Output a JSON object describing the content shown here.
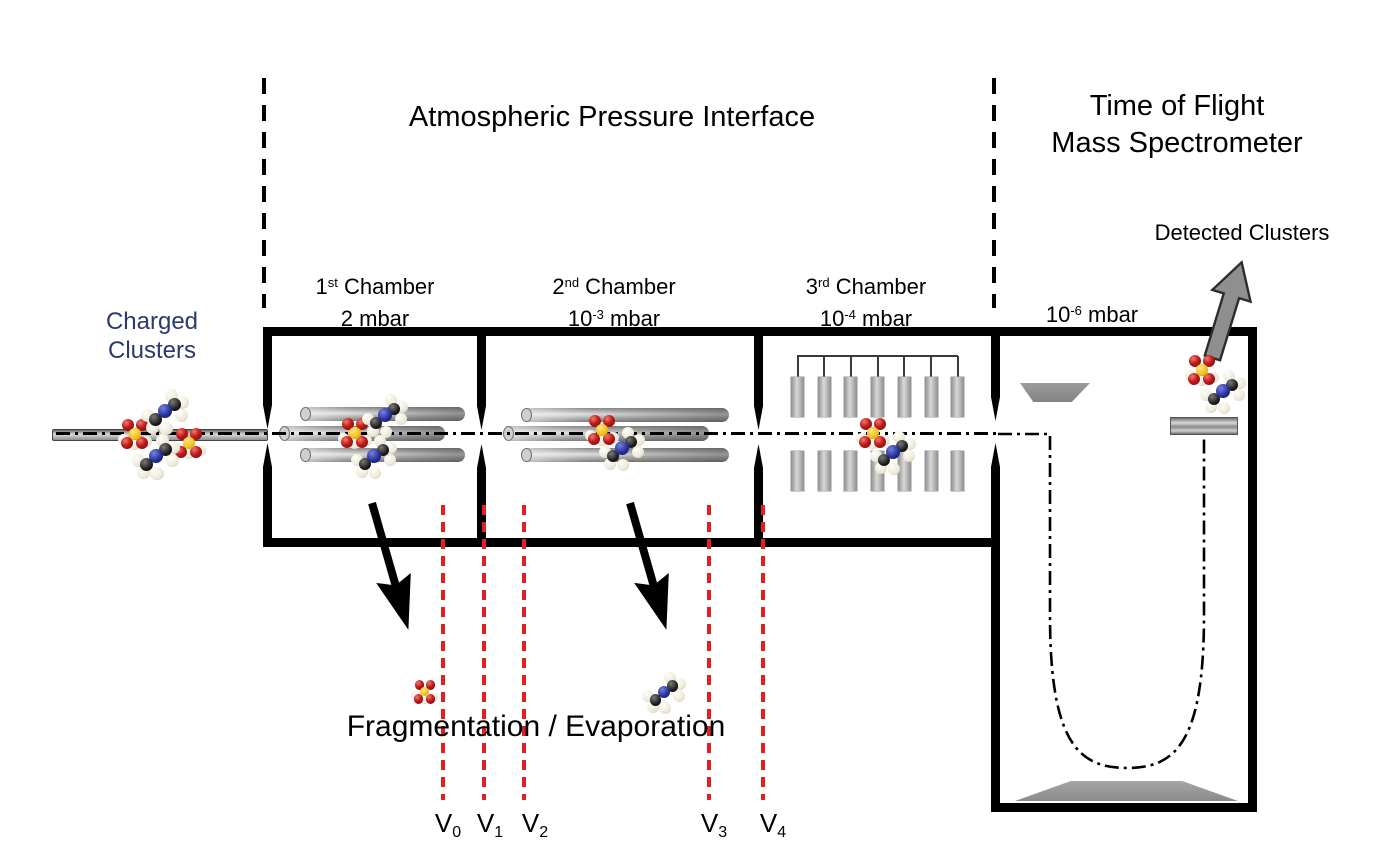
{
  "sections": {
    "api": {
      "title": "Atmospheric Pressure Interface"
    },
    "tof": {
      "title_line1": "Time of Flight",
      "title_line2": "Mass Spectrometer",
      "pressure_base": "10",
      "pressure_sup": "-6",
      "pressure_unit": " mbar"
    }
  },
  "source": {
    "label_line1": "Charged",
    "label_line2": "Clusters"
  },
  "detector": {
    "label": "Detected Clusters"
  },
  "process": {
    "label": "Fragmentation / Evaporation"
  },
  "chambers": [
    {
      "ord": "1",
      "ord_sup": "st",
      "title_rest": " Chamber",
      "pressure_base": "2",
      "pressure_sup": "",
      "pressure_unit": " mbar"
    },
    {
      "ord": "2",
      "ord_sup": "nd",
      "title_rest": " Chamber",
      "pressure_base": "10",
      "pressure_sup": "-3",
      "pressure_unit": " mbar"
    },
    {
      "ord": "3",
      "ord_sup": "rd",
      "title_rest": " Chamber",
      "pressure_base": "10",
      "pressure_sup": "-4",
      "pressure_unit": " mbar"
    }
  ],
  "valves": [
    {
      "label": "V",
      "sub": "0"
    },
    {
      "label": "V",
      "sub": "1"
    },
    {
      "label": "V",
      "sub": "2"
    },
    {
      "label": "V",
      "sub": "3"
    },
    {
      "label": "V",
      "sub": "4"
    }
  ],
  "colors": {
    "sphere_red": "#b31414",
    "sphere_yellow": "#f2c21d",
    "sphere_blue": "#27309c",
    "sphere_black": "#161616",
    "sphere_cream": "#edeadd",
    "valve_line_red": "#e41f1f",
    "wall_black": "#000000",
    "metal_gray": "#8f8f8f",
    "charged_label_blue": "#2b3a6b"
  }
}
